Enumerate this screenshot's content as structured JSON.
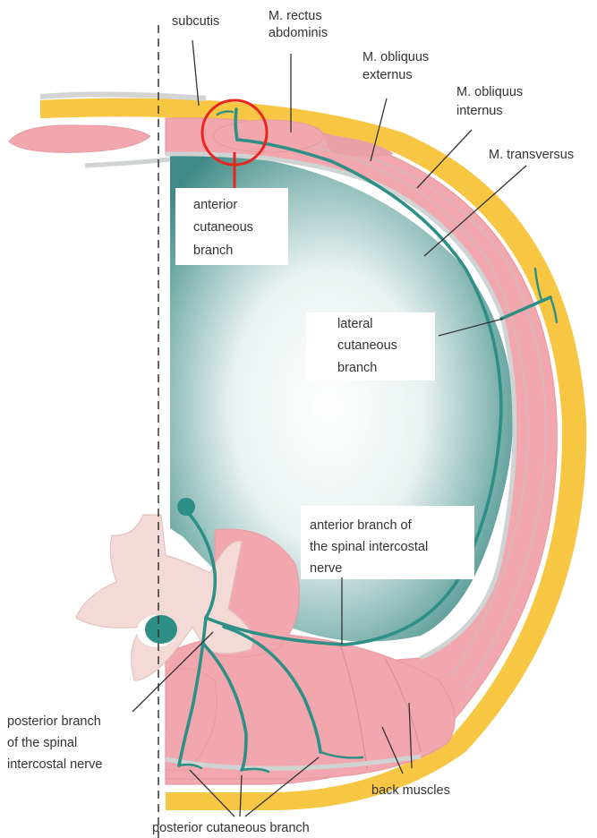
{
  "labels": {
    "subcutis": "subcutis",
    "rectus_1": "M. rectus",
    "rectus_2": "abdominis",
    "obl_ext_1": "M. obliquus",
    "obl_ext_2": "externus",
    "obl_int_1": "M. obliquus",
    "obl_int_2": "internus",
    "transversus": "M. transversus",
    "ant_cut_1": "anterior",
    "ant_cut_2": "cutaneous",
    "ant_cut_3": "branch",
    "lat_cut_1": "lateral",
    "lat_cut_2": "cutaneous",
    "lat_cut_3": "branch",
    "ant_branch_1": "anterior branch of",
    "ant_branch_2": "the spinal intercostal",
    "ant_branch_3": "nerve",
    "post_branch_1": "posterior branch",
    "post_branch_2": "of the spinal",
    "post_branch_3": "intercostal nerve",
    "back_muscles": "back muscles",
    "post_cut": "posterior cutaneous branch"
  },
  "colors": {
    "fat": "#f7c744",
    "muscle": "#f1a7ad",
    "muscle_edge": "#e79aa2",
    "fascia": "#d4d4d4",
    "nerve": "#2d8f86",
    "cavity_dark": "#3f8a86",
    "bone": "#f4dad6",
    "highlight": "#e8251e"
  }
}
